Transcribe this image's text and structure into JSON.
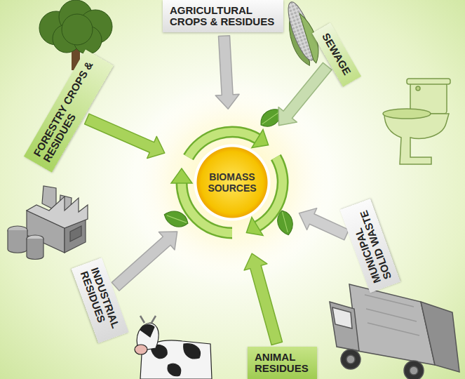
{
  "diagram": {
    "nodes": [
      {
        "text": [
          "AGRICULTURAL CROPS & RESIDUES"
        ]
      },
      {
        "text": [
          "FORESTRY CROPS & RESIDUES"
        ]
      },
      {
        "text": [
          "SEWAGE"
        ]
      },
      {
        "text": [
          "BIOMASS SOURCES"
        ]
      },
      {
        "text": [
          "INDUSTRIAL RESIDUES"
        ]
      },
      {
        "text": [
          "MUNICIPAL SOLID WASTE"
        ]
      },
      {
        "text": [
          "ANIMAL RESIDUES"
        ]
      }
    ],
    "edges": [
      {
        "from": 0,
        "to": 3,
        "arrow": "to"
      },
      {
        "from": 1,
        "to": 3,
        "arrow": "to"
      },
      {
        "from": 2,
        "to": 3,
        "arrow": "to"
      },
      {
        "from": 4,
        "to": 3,
        "arrow": "to"
      },
      {
        "from": 5,
        "to": 3,
        "arrow": "to"
      },
      {
        "from": 6,
        "to": 3,
        "arrow": "to"
      }
    ]
  }
}
